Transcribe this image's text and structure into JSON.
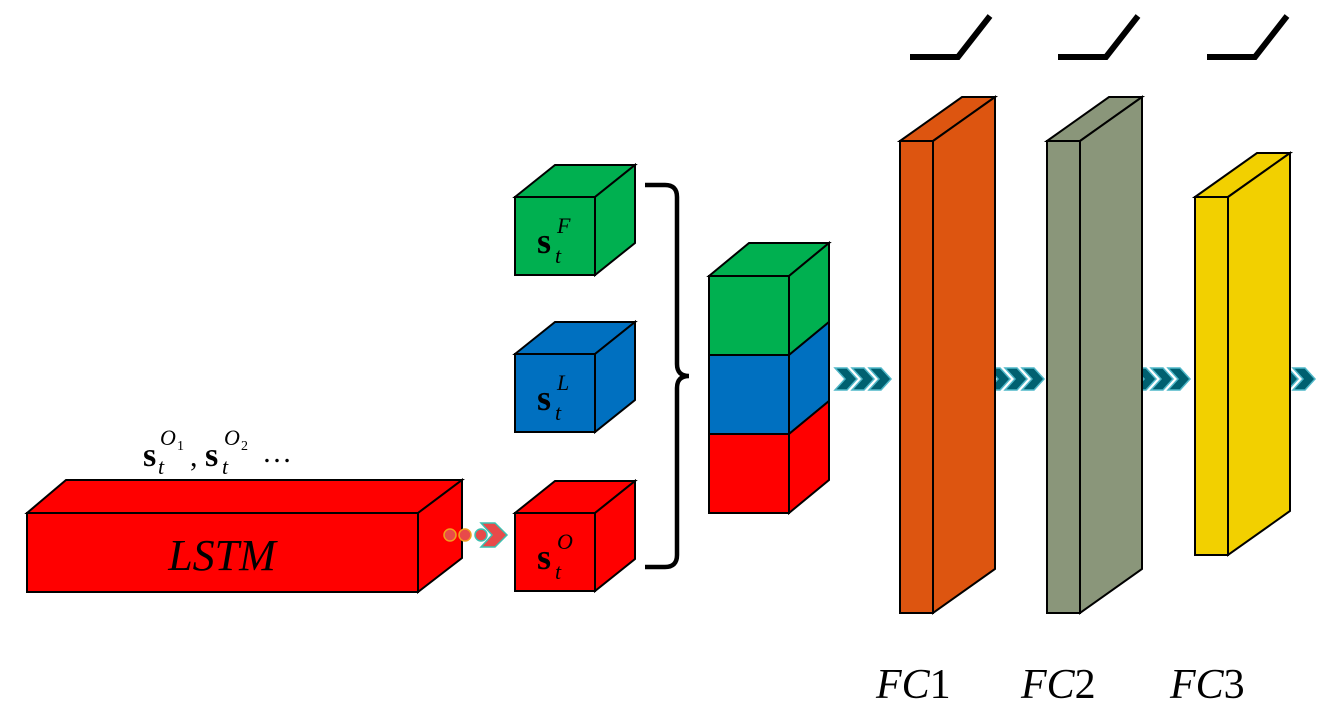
{
  "colors": {
    "lstm": "#FF0000",
    "fine": "#00B050",
    "lane": "#0070C0",
    "other": "#FF0000",
    "fc1": "#DD5510",
    "fc2": "#8A967A",
    "fc3": "#F2D000",
    "arrow": "#006070",
    "arrow_outline": "#4FB7C8",
    "dot_fill": "#E84A4A",
    "dot_ring_orange": "#F0A020",
    "dot_ring_teal": "#3CC0B0"
  },
  "lstm": {
    "label": "LSTM",
    "outputs": {
      "bold_symbol": "s",
      "sub": "t",
      "sup1": "O",
      "sup1_sub": "1",
      "sep": ",",
      "sup2": "O",
      "sup2_sub": "2",
      "ellipsis": "…"
    }
  },
  "features": [
    {
      "id": "fine",
      "symbol": "s",
      "sub": "t",
      "sup": "F"
    },
    {
      "id": "lane",
      "symbol": "s",
      "sub": "t",
      "sup": "L"
    },
    {
      "id": "other",
      "symbol": "s",
      "sub": "t",
      "sup": "O"
    }
  ],
  "concat_stack": [
    "fine",
    "lane",
    "other"
  ],
  "fc_layers": [
    {
      "name": "FC",
      "index": "1",
      "activation": "relu-icon"
    },
    {
      "name": "FC",
      "index": "2",
      "activation": "relu-icon"
    },
    {
      "name": "FC",
      "index": "3",
      "activation": "relu-icon"
    }
  ],
  "connectors": [
    "dotted-chevron-arrow",
    "triple-chevron-arrow",
    "triple-chevron-arrow",
    "triple-chevron-arrow",
    "triple-chevron-arrow"
  ]
}
